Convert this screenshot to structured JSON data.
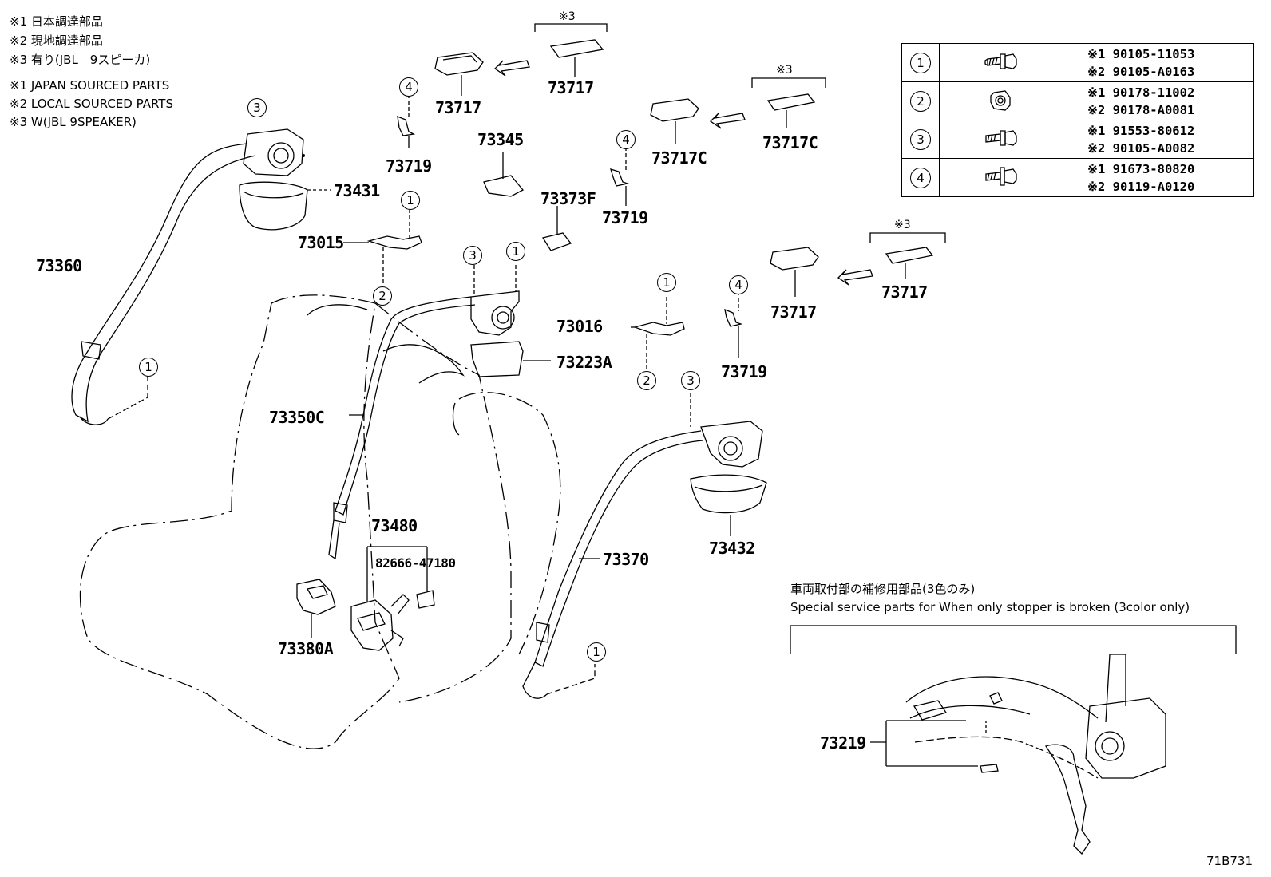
{
  "notes": {
    "jp1": "※1 日本調達部品",
    "jp2": "※2 現地調達部品",
    "jp3": "※3 有り(JBL　9スピーカ)",
    "en1": "※1 JAPAN SOURCED PARTS",
    "en2": "※2 LOCAL SOURCED PARTS",
    "en3": "※3 W(JBL 9SPEAKER)"
  },
  "marks": {
    "m3": "※3"
  },
  "circles": {
    "c1": "1",
    "c2": "2",
    "c3": "3",
    "c4": "4"
  },
  "parts": {
    "p73717": "73717",
    "p73717C": "73717C",
    "p73719": "73719",
    "p73345": "73345",
    "p73373F": "73373F",
    "p73431": "73431",
    "p73015": "73015",
    "p73360": "73360",
    "p73016": "73016",
    "p73223A": "73223A",
    "p73350C": "73350C",
    "p73480": "73480",
    "p82666": "82666-47180",
    "p73380A": "73380A",
    "p73370": "73370",
    "p73432": "73432",
    "p73219": "73219"
  },
  "fastener_table": [
    {
      "circle": "1",
      "icon": "bolt-flange-icon",
      "part1": "※1 90105-11053",
      "part2": "※2 90105-A0163"
    },
    {
      "circle": "2",
      "icon": "nut-flange-icon",
      "part1": "※1 90178-11002",
      "part2": "※2 90178-A0081"
    },
    {
      "circle": "3",
      "icon": "bolt-flange-icon",
      "part1": "※1 91553-80612",
      "part2": "※2 90105-A0082"
    },
    {
      "circle": "4",
      "icon": "bolt-washer-icon",
      "part1": "※1 91673-80820",
      "part2": "※2 90119-A0120"
    }
  ],
  "special": {
    "jp": "車両取付部の補修用部品(3色のみ)",
    "en": "Special service parts for When only stopper is broken (3color only)"
  },
  "diagram_code": "71B731"
}
